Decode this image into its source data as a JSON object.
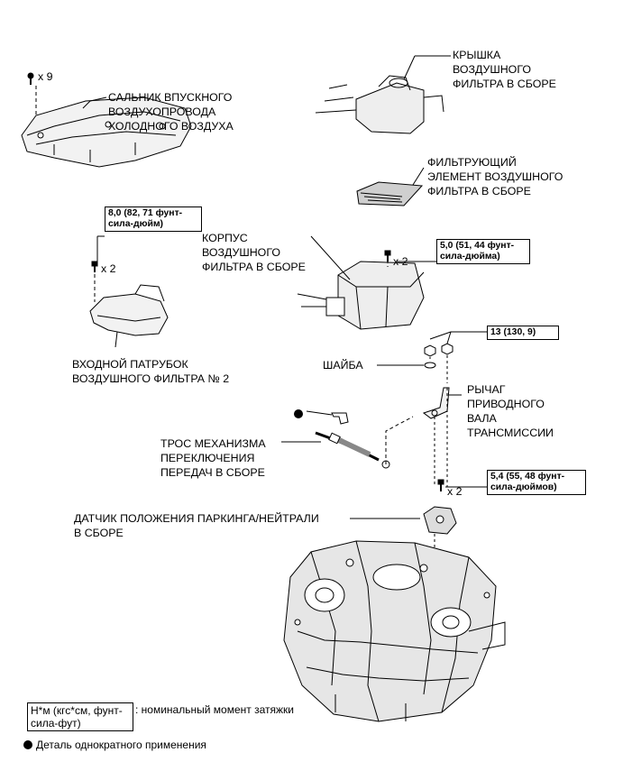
{
  "labels": {
    "air_cleaner_cap": "КРЫШКА\nВОЗДУШНОГО\nФИЛЬТРА В СБОРЕ",
    "cold_air_intake_seal": "САЛЬНИК ВПУСКНОГО\nВОЗДУХОПРОВОДА\nХОЛОДНОГО ВОЗДУХА",
    "filter_element": "ФИЛЬТРУЮЩИЙ\nЭЛЕМЕНТ ВОЗДУШНОГО\nФИЛЬТРА В СБОРЕ",
    "air_cleaner_case": "КОРПУС\nВОЗДУШНОГО\nФИЛЬТРА В СБОРЕ",
    "inlet_pipe": "ВХОДНОЙ ПАТРУБОК\nВОЗДУШНОГО ФИЛЬТРА № 2",
    "washer": "ШАЙБА",
    "control_shaft_lever": "РЫЧАГ\nПРИВОДНОГО\nВАЛА\nТРАНСМИССИИ",
    "shift_cable": "ТРОС МЕХАНИЗМА\nПЕРЕКЛЮЧЕНИЯ\nПЕРЕДАЧ В СБОРЕ",
    "park_neutral_switch": "ДАТЧИК ПОЛОЖЕНИЯ ПАРКИНГА/НЕЙТРАЛИ\nВ СБОРЕ"
  },
  "torques": {
    "inlet_pipe_bolts": "8,0 (82, 71 фунт-\nсила-дюйм)",
    "case_bolts": "5,0 (51, 44 фунт-\nсила-дюйма)",
    "lever_nuts": "13 (130, 9)",
    "switch_bolts": "5,4 (55, 48 фунт-\nсила-дюймов)"
  },
  "quantities": {
    "seal_clips": "x 9",
    "inlet_pipe_bolts": "x 2",
    "case_bolts": "x 2",
    "switch_bolts": "x 2"
  },
  "legend": {
    "torque_unit": "Н*м (кгс*см, фунт-\nсила-фут)",
    "torque_desc": ": номинальный момент затяжки",
    "non_reusable": "Деталь однократного применения"
  }
}
